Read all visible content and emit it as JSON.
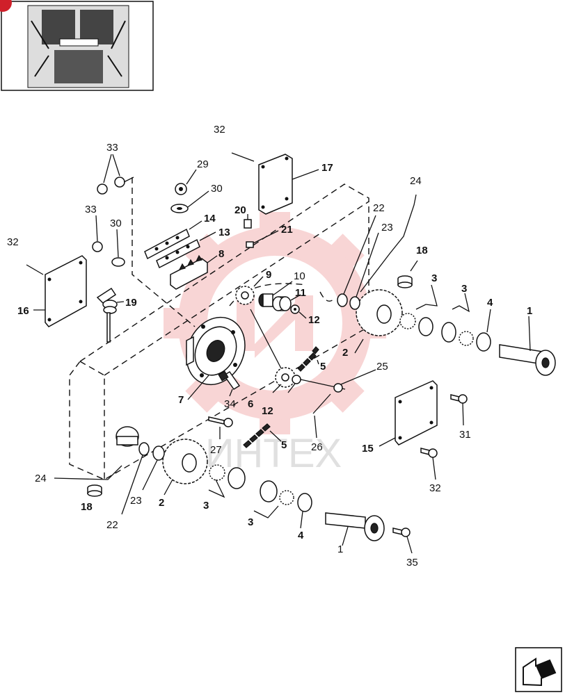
{
  "watermark": {
    "text": "ИНТЕХ",
    "color": "#f3b3b3"
  },
  "thumbnail": {
    "badge_color": "#d0202a"
  },
  "callouts": [
    {
      "id": "c32a",
      "text": "32"
    },
    {
      "id": "c17",
      "text": "17"
    },
    {
      "id": "c33a",
      "text": "33"
    },
    {
      "id": "c29",
      "text": "29"
    },
    {
      "id": "c30a",
      "text": "30"
    },
    {
      "id": "c24a",
      "text": "24"
    },
    {
      "id": "c33b",
      "text": "33"
    },
    {
      "id": "c30b",
      "text": "30"
    },
    {
      "id": "c20",
      "text": "20"
    },
    {
      "id": "c14",
      "text": "14"
    },
    {
      "id": "c21",
      "text": "21"
    },
    {
      "id": "c22a",
      "text": "22"
    },
    {
      "id": "c32b",
      "text": "32"
    },
    {
      "id": "c13",
      "text": "13"
    },
    {
      "id": "c23a",
      "text": "23"
    },
    {
      "id": "c8",
      "text": "8"
    },
    {
      "id": "c18a",
      "text": "18"
    },
    {
      "id": "c9",
      "text": "9"
    },
    {
      "id": "c10",
      "text": "10"
    },
    {
      "id": "c3a",
      "text": "3"
    },
    {
      "id": "c3b",
      "text": "3"
    },
    {
      "id": "c4a",
      "text": "4"
    },
    {
      "id": "c11",
      "text": "11"
    },
    {
      "id": "c1a",
      "text": "1"
    },
    {
      "id": "c16",
      "text": "16"
    },
    {
      "id": "c19",
      "text": "19"
    },
    {
      "id": "c12a",
      "text": "12"
    },
    {
      "id": "c2a",
      "text": "2"
    },
    {
      "id": "c5a",
      "text": "5"
    },
    {
      "id": "c25",
      "text": "25"
    },
    {
      "id": "c7",
      "text": "7"
    },
    {
      "id": "c34",
      "text": "34"
    },
    {
      "id": "c6",
      "text": "6"
    },
    {
      "id": "c12b",
      "text": "12"
    },
    {
      "id": "c31",
      "text": "31"
    },
    {
      "id": "c27",
      "text": "27"
    },
    {
      "id": "c5b",
      "text": "5"
    },
    {
      "id": "c26",
      "text": "26"
    },
    {
      "id": "c15",
      "text": "15"
    },
    {
      "id": "c24b",
      "text": "24"
    },
    {
      "id": "c32c",
      "text": "32"
    },
    {
      "id": "c23b",
      "text": "23"
    },
    {
      "id": "c2b",
      "text": "2"
    },
    {
      "id": "c3c",
      "text": "3"
    },
    {
      "id": "c18b",
      "text": "18"
    },
    {
      "id": "c22b",
      "text": "22"
    },
    {
      "id": "c3d",
      "text": "3"
    },
    {
      "id": "c4b",
      "text": "4"
    },
    {
      "id": "c1b",
      "text": "1"
    },
    {
      "id": "c35",
      "text": "35"
    }
  ],
  "nav": {
    "next_icon": "next-page-arrow-icon"
  }
}
